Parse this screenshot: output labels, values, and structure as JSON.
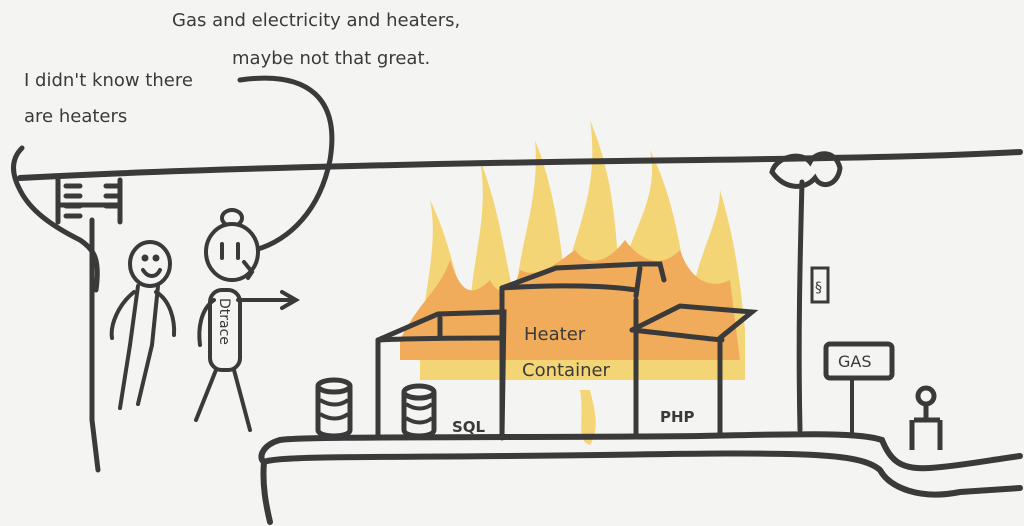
{
  "comic": {
    "speech_line_1": "Gas and electricity and heaters,",
    "speech_line_2": "maybe not that great.",
    "thought_line_1": "I didn't know there",
    "thought_line_2": "are heaters",
    "shirt_label": "Dtrace",
    "sql_label": "SQL",
    "heater_line_1": "Heater",
    "heater_line_2": "Container",
    "php_label": "PHP",
    "gas_sign": "GAS"
  },
  "colors": {
    "ink": "#3a3a3a",
    "flame_orange": "#f0a040",
    "flame_yellow": "#f5d060",
    "paper": "#f4f4f2"
  }
}
